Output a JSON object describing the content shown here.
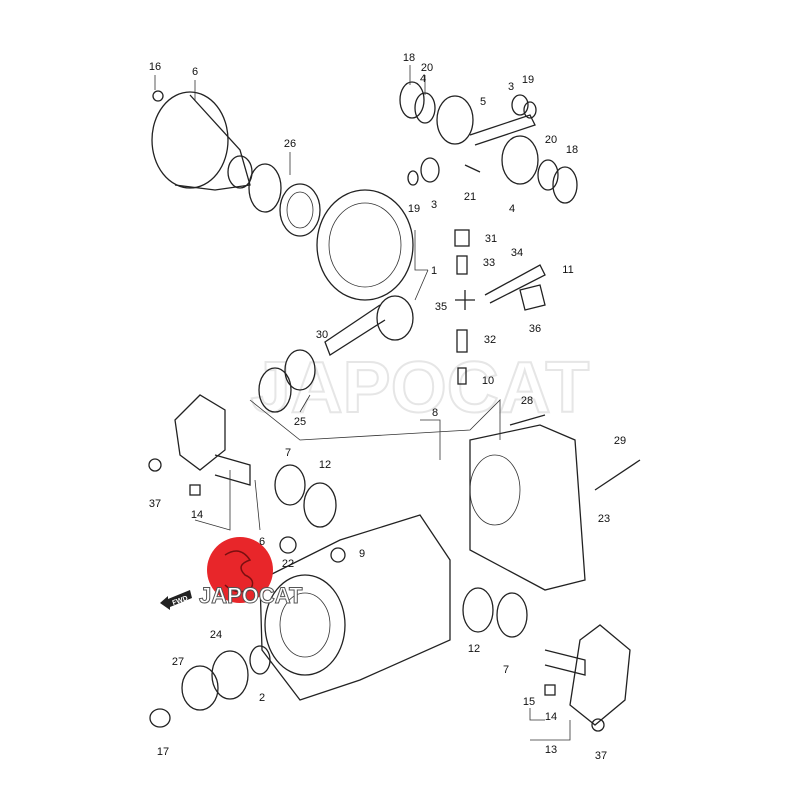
{
  "diagram": {
    "watermark": "JAPOCAT",
    "logo_text": "JAPOCAT",
    "fwd_label": "FWD",
    "logo_color": "#e8262a",
    "callouts": [
      "16",
      "6",
      "26",
      "18",
      "20",
      "4",
      "5",
      "3",
      "19",
      "20",
      "18",
      "19",
      "3",
      "21",
      "4",
      "31",
      "33",
      "34",
      "11",
      "1",
      "35",
      "36",
      "30",
      "32",
      "10",
      "28",
      "25",
      "8",
      "7",
      "12",
      "29",
      "37",
      "14",
      "23",
      "6",
      "22",
      "9",
      "12",
      "7",
      "24",
      "27",
      "2",
      "15",
      "14",
      "17",
      "13",
      "37"
    ]
  }
}
